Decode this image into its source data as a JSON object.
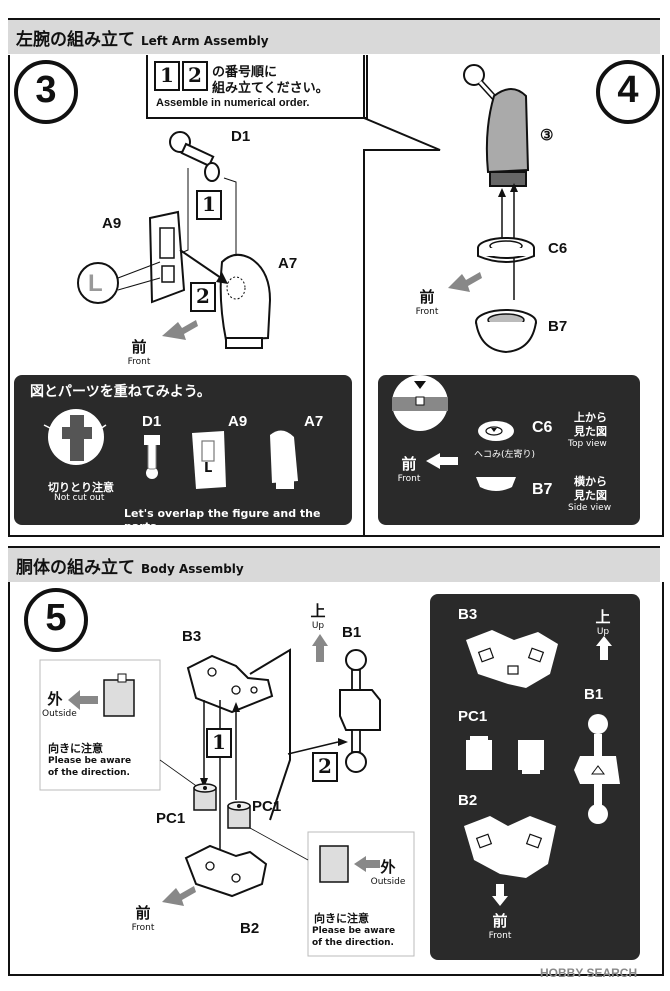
{
  "section1": {
    "title_jp": "左腕の組み立て",
    "title_en": "Left Arm Assembly"
  },
  "step3": {
    "number": "3",
    "note_nums": [
      "1",
      "2"
    ],
    "note_jp_1": "の番号順に",
    "note_jp_2": "組み立てください。",
    "note_en": "Assemble in numerical order.",
    "parts": {
      "d1": "D1",
      "a9": "A9",
      "a7": "A7",
      "l": "L"
    },
    "arrow1": "1",
    "arrow2": "2",
    "front_jp": "前",
    "front_en": "Front"
  },
  "step4": {
    "number": "4",
    "parts": {
      "ref3": "③",
      "c6": "C6",
      "b7": "B7"
    },
    "front_jp": "前",
    "front_en": "Front"
  },
  "panel3": {
    "title": "図とパーツを重ねてみよう。",
    "parts": [
      "D1",
      "A9",
      "A7"
    ],
    "l_label": "L",
    "notcut_jp": "切りとり注意",
    "notcut_en": "Not cut out",
    "caption": "Let's overlap the figure and the parts."
  },
  "panel4": {
    "dent": "dent",
    "c6": "C6",
    "top_jp_1": "上から",
    "top_jp_2": "見た図",
    "top_en": "Top view",
    "hekomi": "ヘコみ(左寄り)",
    "b7": "B7",
    "side_jp_1": "横から",
    "side_jp_2": "見た図",
    "side_en": "Side view",
    "front_jp": "前",
    "front_en": "Front"
  },
  "section2": {
    "title_jp": "胴体の組み立て",
    "title_en": "Body Assembly"
  },
  "step5": {
    "number": "5",
    "parts": {
      "b3": "B3",
      "b1": "B1",
      "pc1a": "PC1",
      "pc1b": "PC1",
      "b2": "B2"
    },
    "arrow1": "1",
    "arrow2": "2",
    "up_jp": "上",
    "up_en": "Up",
    "outside_jp": "外",
    "outside_en": "Outside",
    "caution_jp": "向きに注意",
    "caution_en_1": "Please be aware",
    "caution_en_2": "of the direction.",
    "front_jp": "前",
    "front_en": "Front"
  },
  "panel5": {
    "b3": "B3",
    "pc1": "PC1",
    "b2": "B2",
    "b1": "B1",
    "up_jp": "上",
    "up_en": "Up",
    "front_jp": "前",
    "front_en": "Front"
  },
  "watermark": "HOBBY SEARCH"
}
